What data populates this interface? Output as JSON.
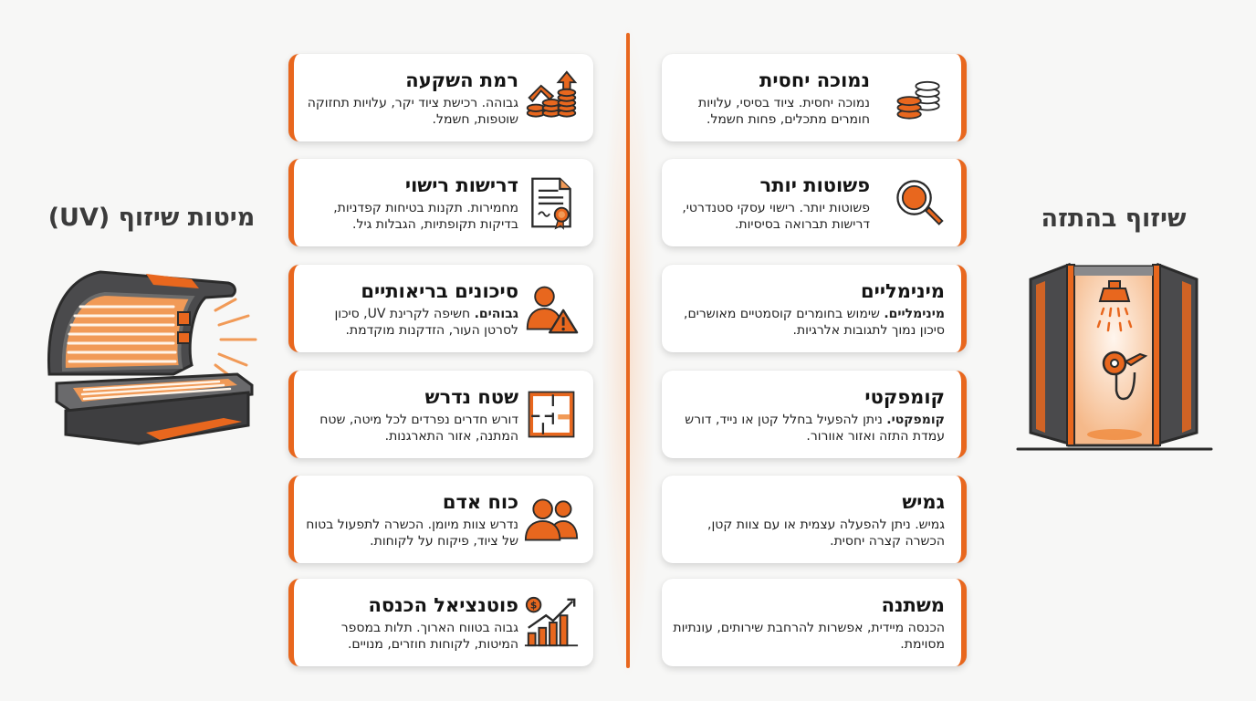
{
  "colors": {
    "accent": "#e8671e",
    "dark": "#3b3b3b",
    "card_bg": "#ffffff",
    "page_bg": "#f7f7f6"
  },
  "left_panel": {
    "title": "מיטות שיזוף (UV)",
    "illustration": "tanning-bed-illustration"
  },
  "right_panel": {
    "title": "שיזוף בהתזה",
    "illustration": "spray-tan-booth-illustration"
  },
  "uv_cards": [
    {
      "title": "רמת השקעה",
      "desc_lead": "",
      "desc": "גבוהה. רכישת ציוד יקר, עלויות תחזוקה שוטפות, חשמל.",
      "icon": "coins-growth-icon"
    },
    {
      "title": "דרישות רישוי",
      "desc_lead": "",
      "desc": "מחמירות. תקנות בטיחות קפדניות, בדיקות תקופתיות, הגבלות גיל.",
      "icon": "certificate-document-icon"
    },
    {
      "title": "סיכונים בריאותיים",
      "desc_lead": "גבוהים.",
      "desc": " חשיפה לקרינת UV, סיכון לסרטן העור, הזדקנות מוקדמת.",
      "icon": "person-warning-icon"
    },
    {
      "title": "שטח נדרש",
      "desc_lead": "",
      "desc": "דורש חדרים נפרדים לכל מיטה, שטח המתנה, אזור התארגנות.",
      "icon": "floor-plan-icon"
    },
    {
      "title": "כוח אדם",
      "desc_lead": "",
      "desc": "נדרש צוות מיומן. הכשרה לתפעול בטוח של ציוד, פיקוח על לקוחות.",
      "icon": "staff-people-icon"
    },
    {
      "title": "פוטנציאל הכנסה",
      "desc_lead": "",
      "desc": "גבוה בטווח הארוך. תלות במספר המיטות, לקוחות חוזרים, מנויים.",
      "icon": "revenue-chart-icon"
    }
  ],
  "spray_cards": [
    {
      "title": "נמוכה יחסית",
      "desc_lead": "",
      "desc": "נמוכה יחסית. ציוד בסיסי, עלויות חומרים מתכלים, פחות חשמל.",
      "icon": "coins-stack-icon"
    },
    {
      "title": "פשוטות יותר",
      "desc_lead": "",
      "desc": "פשוטות יותר. רישוי עסקי סטנדרטי, דרישות תברואה בסיסיות.",
      "icon": "magnifier-icon"
    },
    {
      "title": "מינימליים",
      "desc_lead": "מינימליים.",
      "desc": " שימוש בחומרים קוסמטיים מאושרים, סיכון נמוך לתגובות אלרגיות.",
      "icon": ""
    },
    {
      "title": "קומפקטי",
      "desc_lead": "קומפקטי.",
      "desc": " ניתן להפעיל בחלל קטן או נייד, דורש עמדת התזה ואזור אוורור.",
      "icon": ""
    },
    {
      "title": "גמיש",
      "desc_lead": "",
      "desc": "גמיש. ניתן להפעלה עצמית או עם צוות קטן, הכשרה קצרה יחסית.",
      "icon": ""
    },
    {
      "title": "משתנה",
      "desc_lead": "",
      "desc": "הכנסה מיידית, אפשרות להרחבת שירותים, עונתיות מסוימת.",
      "icon": ""
    }
  ]
}
